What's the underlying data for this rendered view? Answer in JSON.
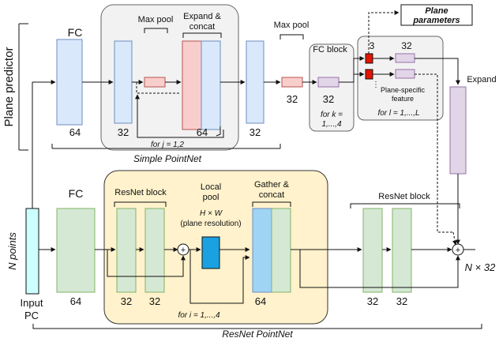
{
  "side_labels": {
    "plane_predictor": "Plane predictor",
    "n_points": "N points",
    "input_pc": [
      "Input",
      "PC"
    ]
  },
  "top": {
    "fc": "FC",
    "fc_dim": "64",
    "block1_dim": "32",
    "max_pool_1": "Max pool",
    "expand_concat": [
      "Expand &",
      "concat"
    ],
    "concat_dim": "64",
    "loop_j": "for j = 1,2",
    "block2_dim": "32",
    "max_pool_2": "Max pool",
    "pool_dim": "32",
    "fc_block": "FC block",
    "fc_block_dim": "32",
    "loop_k": [
      "for k =",
      "1,...,4"
    ],
    "plane_dim_3": "3",
    "plane_dim_32": "32",
    "plane_feature": [
      "Plane-specific",
      "feature"
    ],
    "loop_l": "for l = 1,...,L",
    "plane_parameters": [
      "Plane",
      "parameters"
    ],
    "expand": "Expand",
    "caption": "Simple PointNet"
  },
  "bottom": {
    "fc": "FC",
    "fc_dim": "64",
    "resnet_block_1": "ResNet block",
    "dim_a": "32",
    "dim_b": "32",
    "local_pool": [
      "Local",
      "pool"
    ],
    "plane_res": [
      "H × W",
      "(plane resolution)"
    ],
    "gather_concat": [
      "Gather &",
      "concat"
    ],
    "concat_dim": "64",
    "resnet_block_2": "ResNet block",
    "dim_c": "32",
    "dim_d": "32",
    "output_dim": "N × 32",
    "loop_i": "for i = 1,...,4",
    "caption": "ResNet PointNet",
    "plus": "+"
  },
  "colors": {
    "blue_fill": "#dae8fc",
    "blue_stroke": "#6c8ebf",
    "green_fill": "#d5e8d4",
    "green_stroke": "#82b366",
    "purple_fill": "#e1d5e7",
    "purple_stroke": "#9673a6",
    "pink_fill": "#f8cecc",
    "pink_stroke": "#b85450",
    "red": "#e51400",
    "cyan_fill": "#ccffff",
    "dark_blue": "#1ba1e2",
    "panel_gray": "#f2f2f2",
    "panel_yellow": "#fff2cc",
    "panel_yellow_stroke": "#d6b656"
  }
}
